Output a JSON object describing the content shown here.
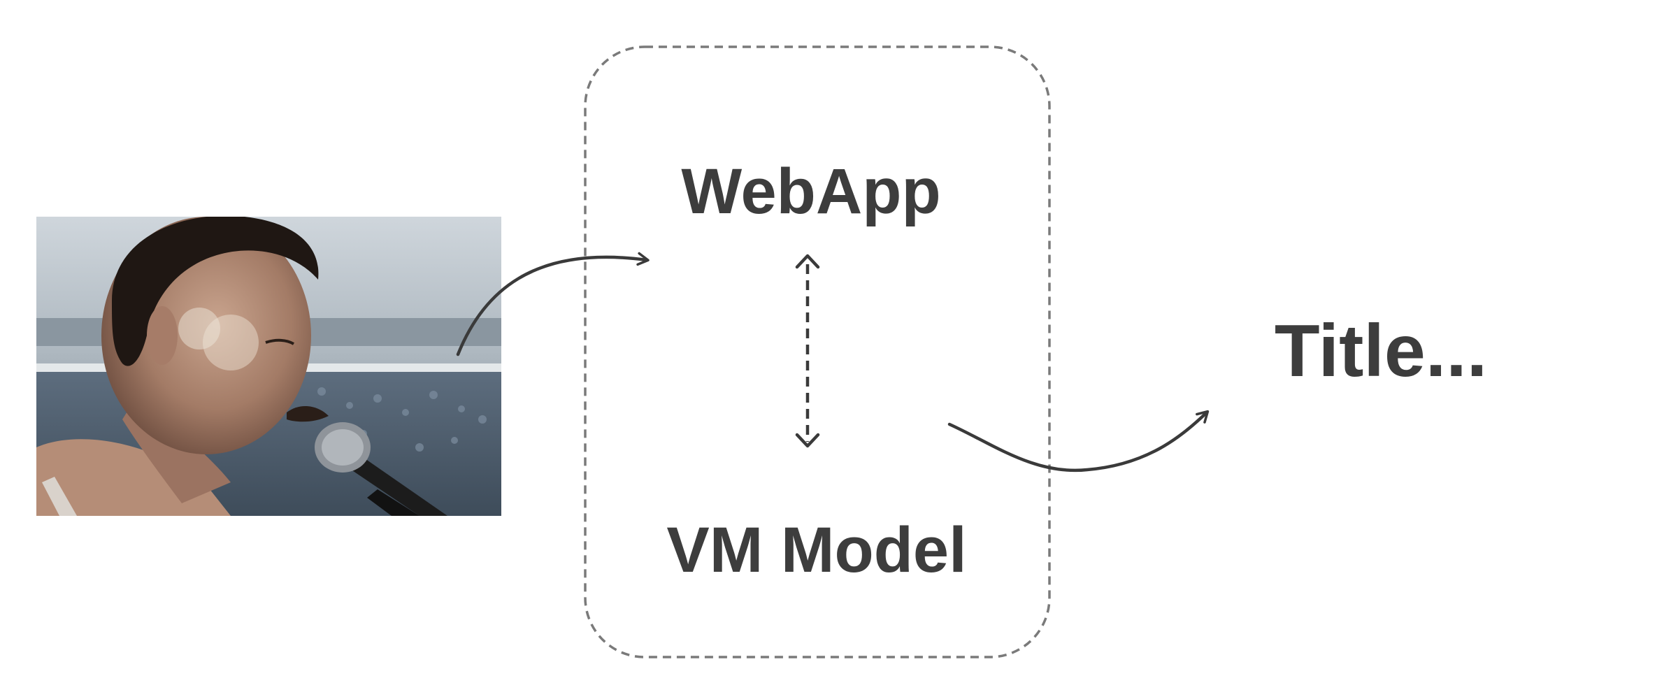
{
  "diagram": {
    "input_image": {
      "depicts": "concert-singer-photo"
    },
    "container": {
      "style": "dashed-rounded"
    },
    "nodes": {
      "webapp": {
        "label": "WebApp"
      },
      "vm_model": {
        "label": "VM Model"
      },
      "output": {
        "label": "Title..."
      }
    },
    "connections": [
      {
        "from": "input_image",
        "to": "webapp",
        "style": "solid-curved"
      },
      {
        "from": "webapp",
        "to": "vm_model",
        "style": "dashed-bidirectional"
      },
      {
        "from": "container",
        "to": "output",
        "style": "solid-curved"
      }
    ],
    "colors": {
      "text": "#3d3d3d",
      "arrow": "#3a3a3a",
      "container_border": "#7a7a7a"
    }
  }
}
